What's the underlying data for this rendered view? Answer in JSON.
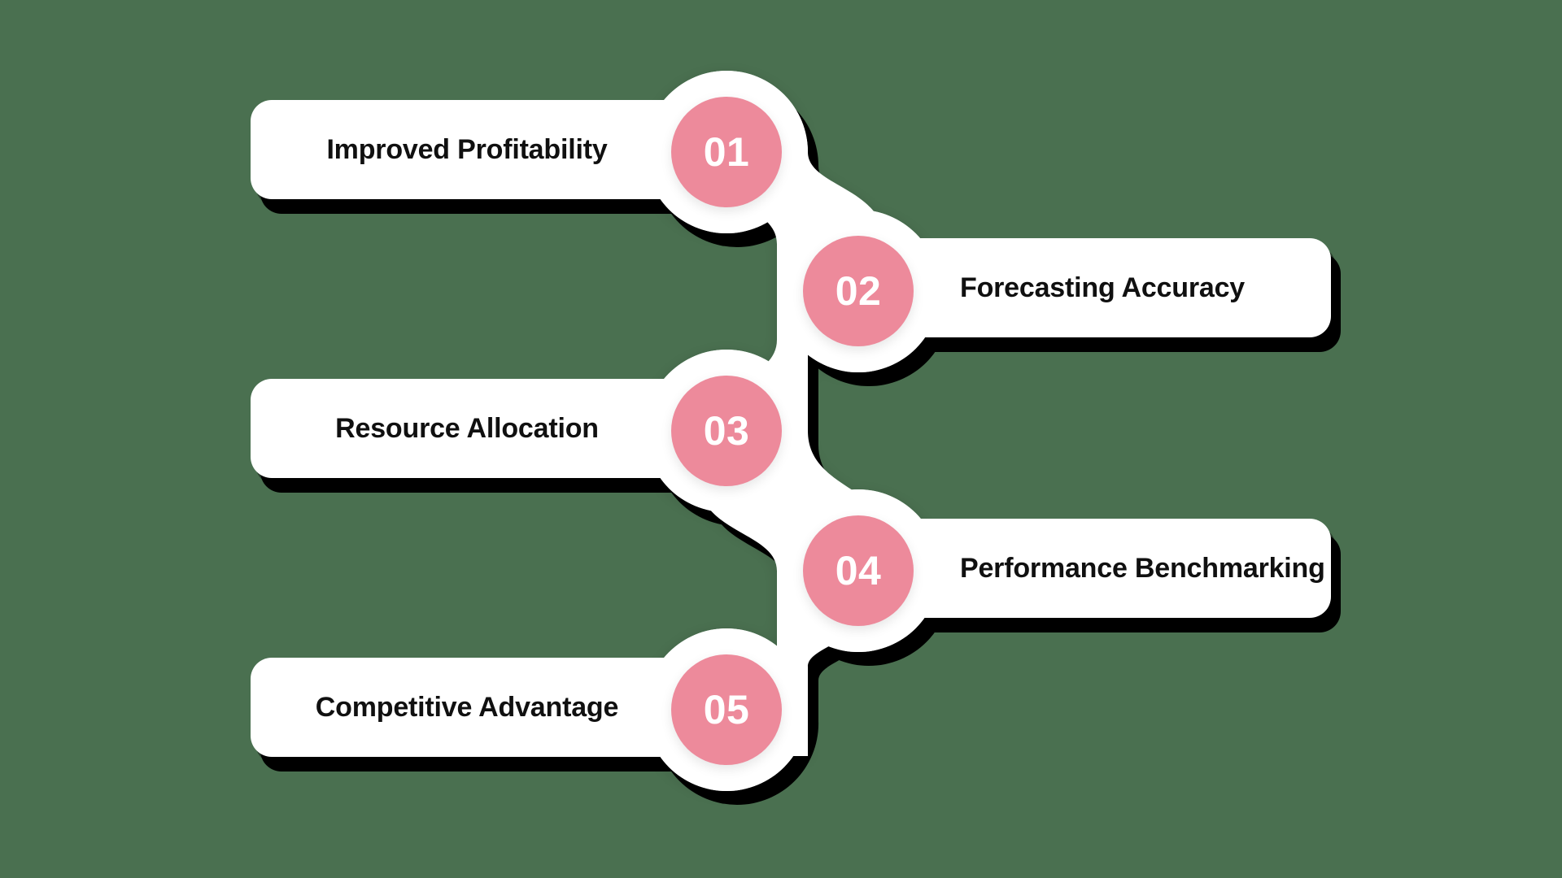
{
  "theme": {
    "background_color": "#4A7050",
    "card_color": "#FFFFFF",
    "badge_color": "#ED8A9B",
    "badge_ring_color": "#FFFFFF",
    "label_color": "#101010",
    "number_color": "#FFFFFF",
    "shadow_color": "#000000"
  },
  "diagram": {
    "type": "zigzag-numbered-list",
    "item_count": 5,
    "items": [
      {
        "number": "01",
        "label": "Improved Profitability",
        "side": "left"
      },
      {
        "number": "02",
        "label": "Forecasting Accuracy",
        "side": "right"
      },
      {
        "number": "03",
        "label": "Resource Allocation",
        "side": "left"
      },
      {
        "number": "04",
        "label": "Performance Benchmarking",
        "side": "right"
      },
      {
        "number": "05",
        "label": "Competitive Advantage",
        "side": "left"
      }
    ]
  }
}
